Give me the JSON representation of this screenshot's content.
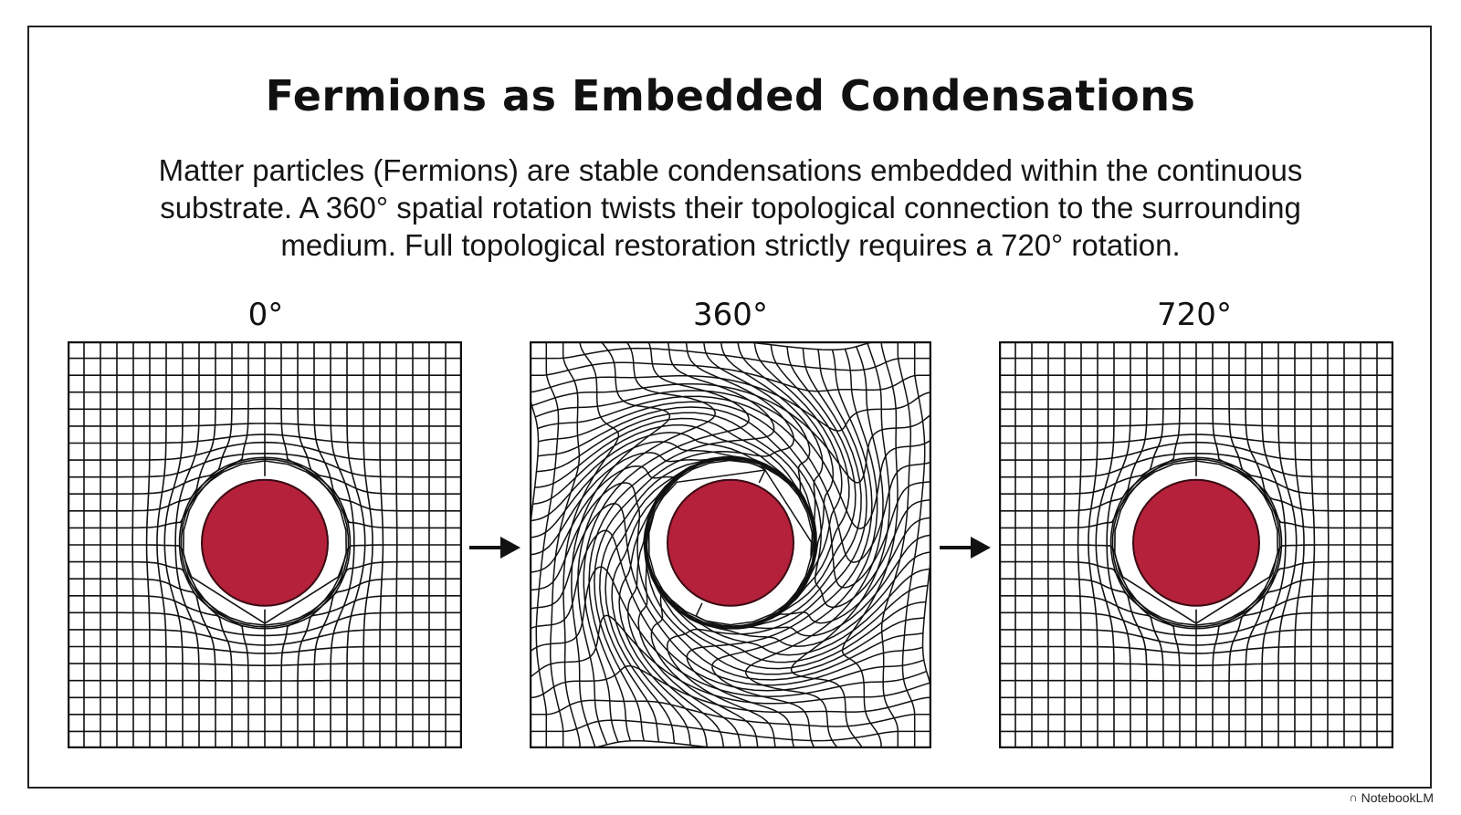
{
  "title": "Fermions as Embedded Condensations",
  "description": "Matter particles (Fermions) are stable condensations embedded within the continuous substrate.  A 360° spatial rotation twists their topological connection to the surrounding medium.  Full topological restoration strictly requires a 720° rotation.",
  "panels": [
    {
      "label": "0°",
      "state": "untwisted"
    },
    {
      "label": "360°",
      "state": "twisted"
    },
    {
      "label": "720°",
      "state": "untwisted"
    }
  ],
  "colors": {
    "particle": "#b5203a",
    "grid": "#111111",
    "frame": "#222222"
  },
  "brand": {
    "name": "NotebookLM",
    "icon": "notebooklm-logo-icon"
  }
}
